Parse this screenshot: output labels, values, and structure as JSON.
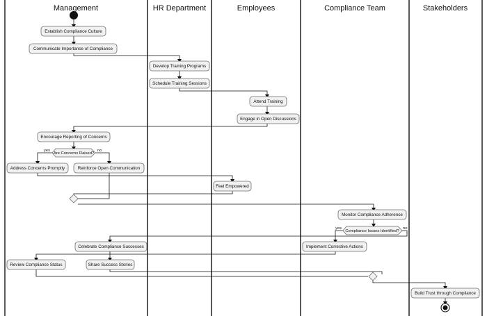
{
  "lanes": [
    "Management",
    "HR Department",
    "Employees",
    "Compliance Team",
    "Stakeholders"
  ],
  "nodes": {
    "establish": "Establish Compliance Culture",
    "communicate": "Communicate Importance of Compliance",
    "develop": "Develop Training Programs",
    "schedule": "Schedule Training Sessions",
    "attend": "Attend Training",
    "engage": "Engage in Open Discussions",
    "encourage": "Encourage Reporting of Concerns",
    "address": "Address Concerns Promptly",
    "reinforce": "Reinforce Open Communication",
    "feel": "Feel Empowered",
    "monitor": "Monitor Compliance Adherence",
    "celebrate": "Celebrate Compliance Successes",
    "implement": "Implement Corrective Actions",
    "review": "Review Compliance Status",
    "share": "Share Success Stories",
    "build": "Build Trust through Compliance"
  },
  "decisions": {
    "concerns": "Are Concerns Raised?",
    "issues": "Compliance Issues Identified?"
  },
  "branch_labels": {
    "yes": "yes",
    "no": "no"
  },
  "colors": {
    "node_fill": "#f1f1f1",
    "node_stroke": "#6e6e6e",
    "line": "#111111"
  }
}
